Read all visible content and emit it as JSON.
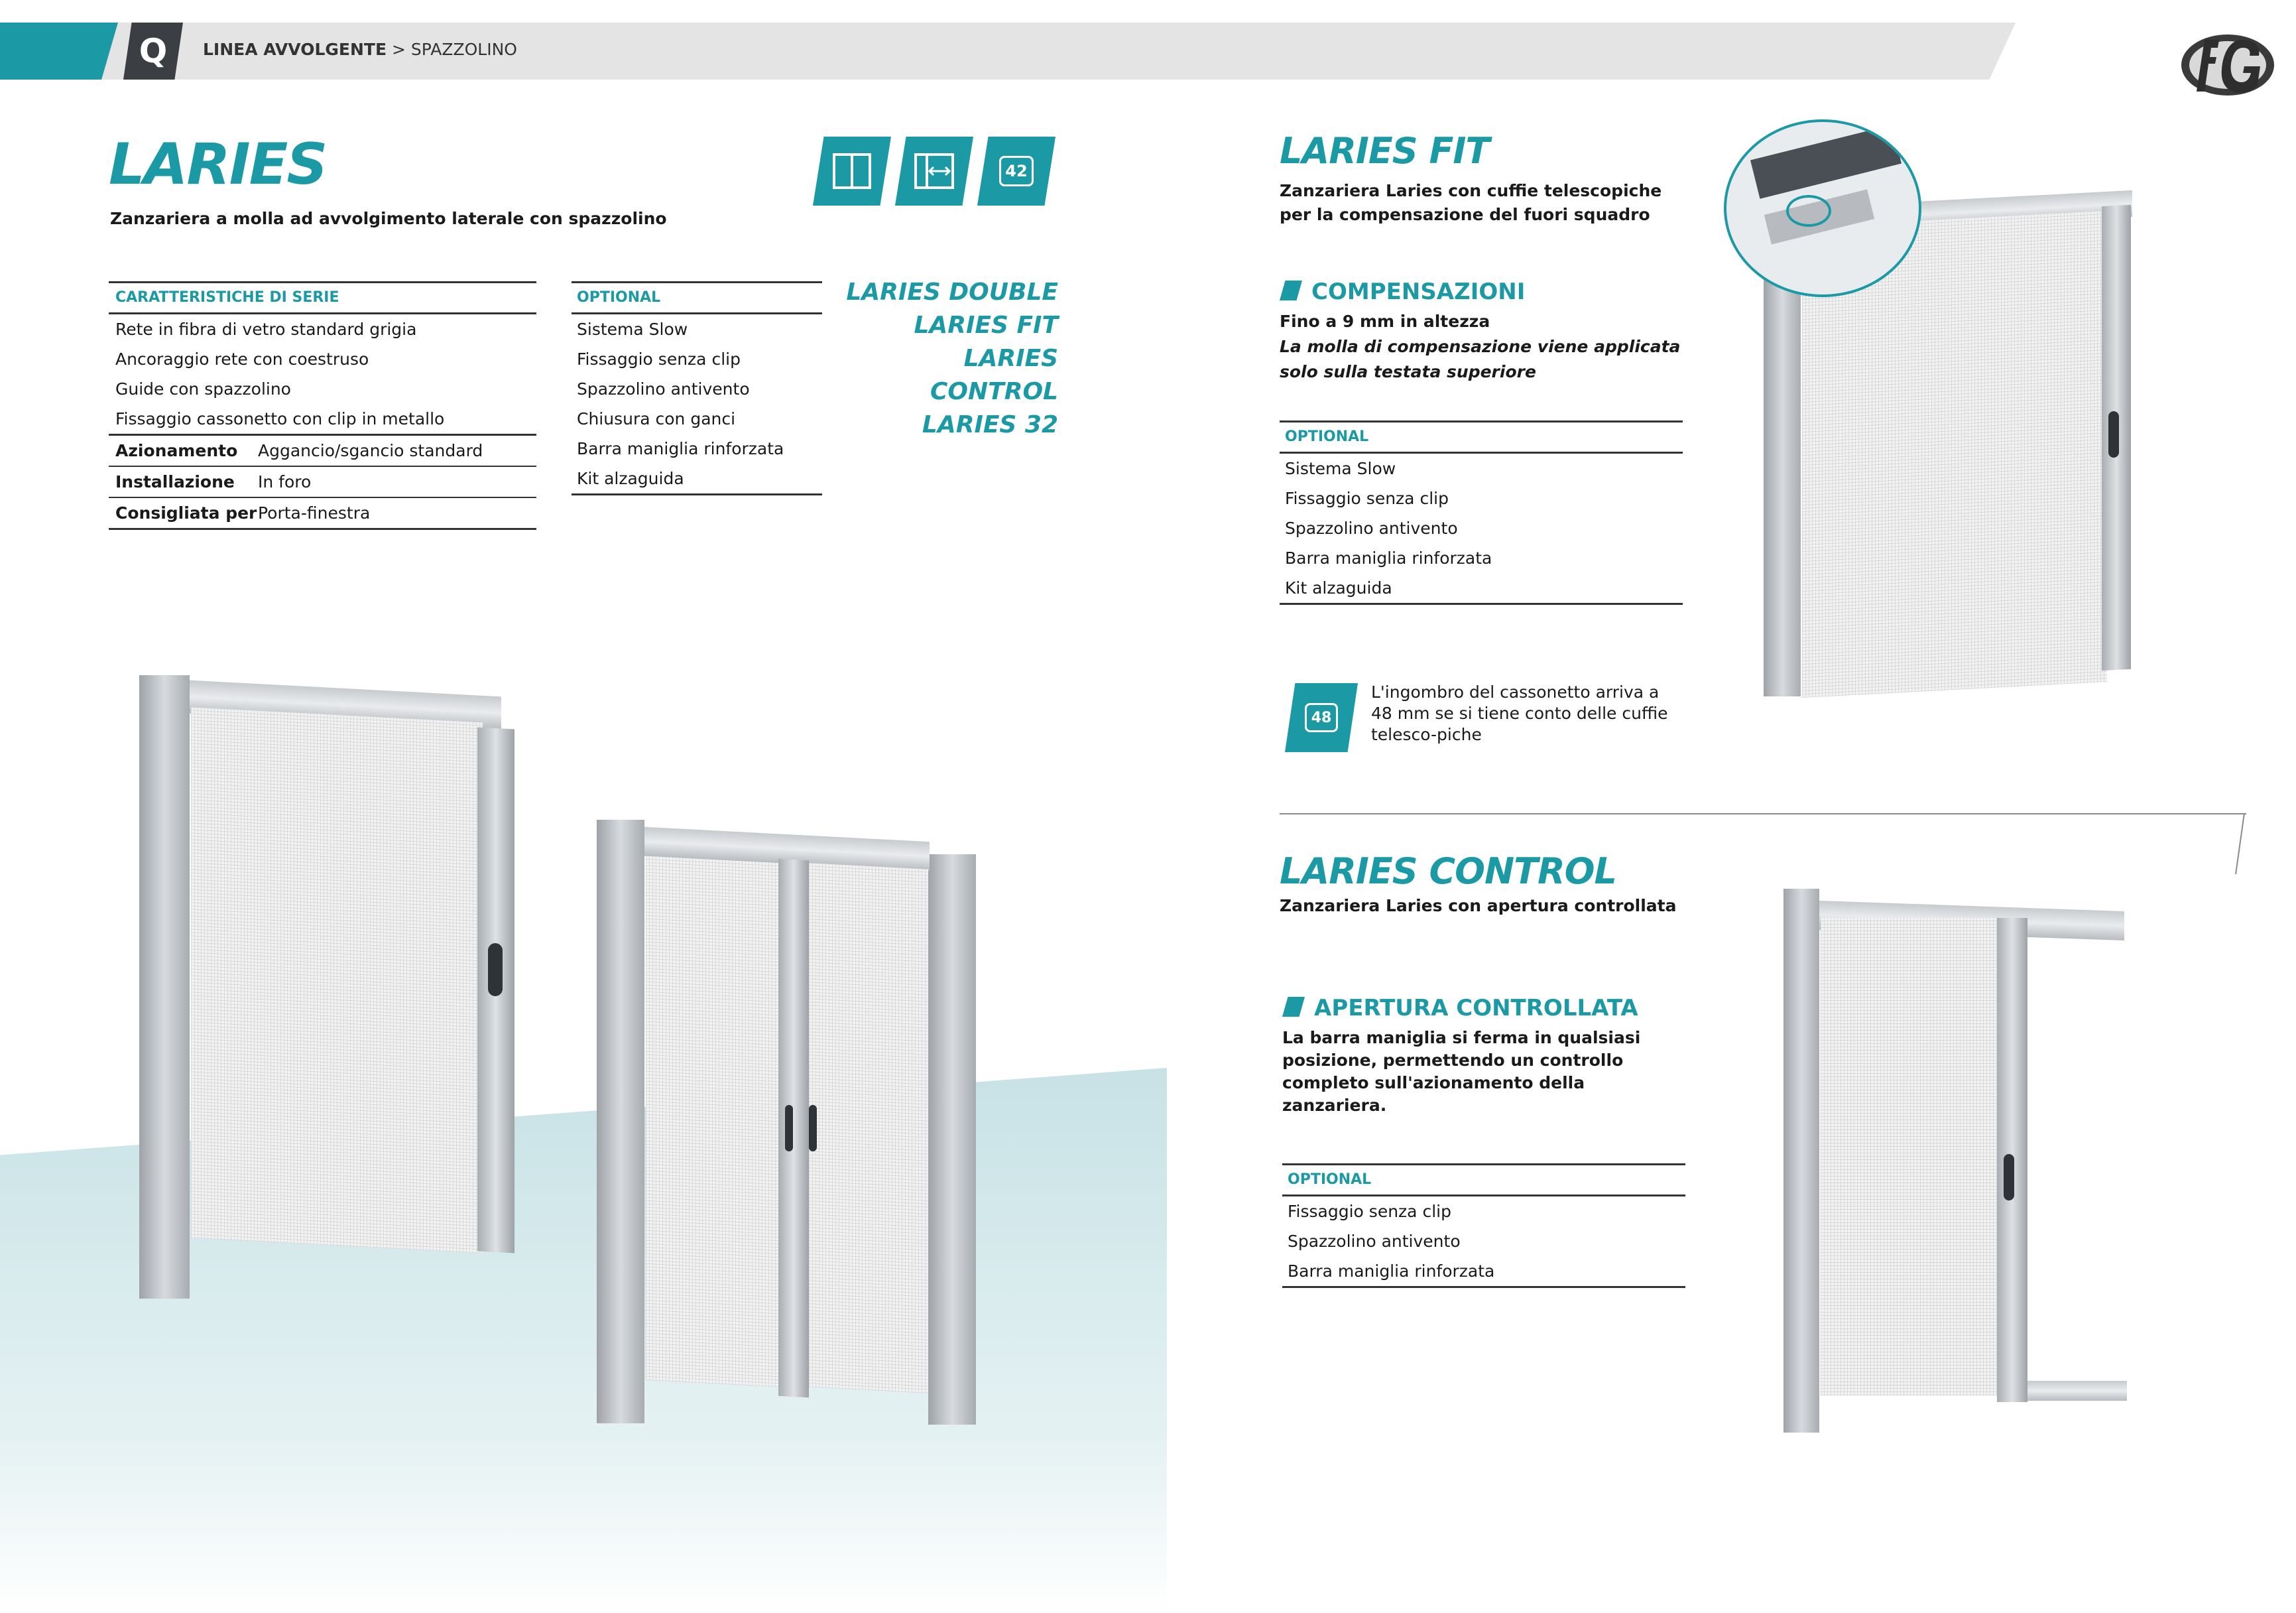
{
  "header": {
    "section_letter": "Q",
    "breadcrumb_main": "LINEA AVVOLGENTE",
    "breadcrumb_sep": ">",
    "breadcrumb_sub": "SPAZZOLINO"
  },
  "laries": {
    "title": "LARIES",
    "subtitle": "Zanzariera a molla ad avvolgimento laterale con spazzolino",
    "icons": [
      {
        "name": "single-door-icon"
      },
      {
        "name": "lateral-opening-icon"
      },
      {
        "name": "size-42-icon",
        "label": "42"
      }
    ],
    "series_header": "CARATTERISTICHE DI SERIE",
    "series_items": [
      "Rete in fibra di vetro standard grigia",
      "Ancoraggio rete con coestruso",
      "Guide con spazzolino",
      "Fissaggio cassonetto con clip in metallo"
    ],
    "spec_rows": [
      {
        "label": "Azionamento",
        "value": "Aggancio/sgancio standard"
      },
      {
        "label": "Installazione",
        "value": "In foro"
      },
      {
        "label": "Consigliata per",
        "value": "Porta-finestra"
      }
    ],
    "optional_header": "OPTIONAL",
    "optional_items": [
      "Sistema Slow",
      "Fissaggio senza clip",
      "Spazzolino antivento",
      "Chiusura con ganci",
      "Barra maniglia rinforzata",
      "Kit alzaguida"
    ],
    "variants": [
      "LARIES DOUBLE",
      "LARIES FIT",
      "LARIES CONTROL",
      "LARIES 32"
    ]
  },
  "laries_fit": {
    "title": "LARIES FIT",
    "subtitle": "Zanzariera Laries con cuffie telescopiche per la compensazione del fuori squadro",
    "section_title": "COMPENSAZIONI",
    "section_line1": "Fino a 9 mm in altezza",
    "section_line2": "La molla di compensazione viene applicata solo sulla testata superiore",
    "optional_header": "OPTIONAL",
    "optional_items": [
      "Sistema Slow",
      "Fissaggio senza clip",
      "Spazzolino antivento",
      "Barra maniglia rinforzata",
      "Kit alzaguida"
    ],
    "note_icon_label": "48",
    "note_text": "L'ingombro del cassonetto arriva a 48 mm se si tiene conto delle cuffie telesco-piche"
  },
  "laries_control": {
    "title": "LARIES CONTROL",
    "subtitle": "Zanzariera Laries con apertura controllata",
    "section_title": "APERTURA CONTROLLATA",
    "section_text": "La barra maniglia si ferma in qualsiasi posizione, permettendo un controllo completo sull'azionamento della zanzariera.",
    "optional_header": "OPTIONAL",
    "optional_items": [
      "Fissaggio senza clip",
      "Spazzolino antivento",
      "Barra maniglia rinforzata"
    ]
  },
  "colors": {
    "accent": "#1b9aa6",
    "dark": "#3b3f44",
    "header_bg": "#e4e4e4"
  }
}
